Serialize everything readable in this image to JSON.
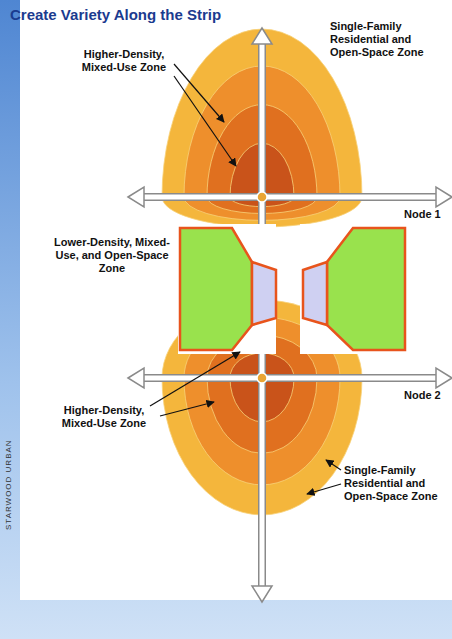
{
  "diagram": {
    "title": "Create Variety Along the Strip",
    "labels": [
      "Higher-Density, Mixed-Use Zone",
      "Single-Family Residential and Open-Space Zone",
      "Node 1",
      "Lower-Density, Mixed-Use, and Open-Space Zone",
      "Higher-Density, Mixed-Use Zone",
      "Node 2",
      "Single-Family Residential and Open-Space Zone",
      "STARWOOD URBAN"
    ]
  }
}
